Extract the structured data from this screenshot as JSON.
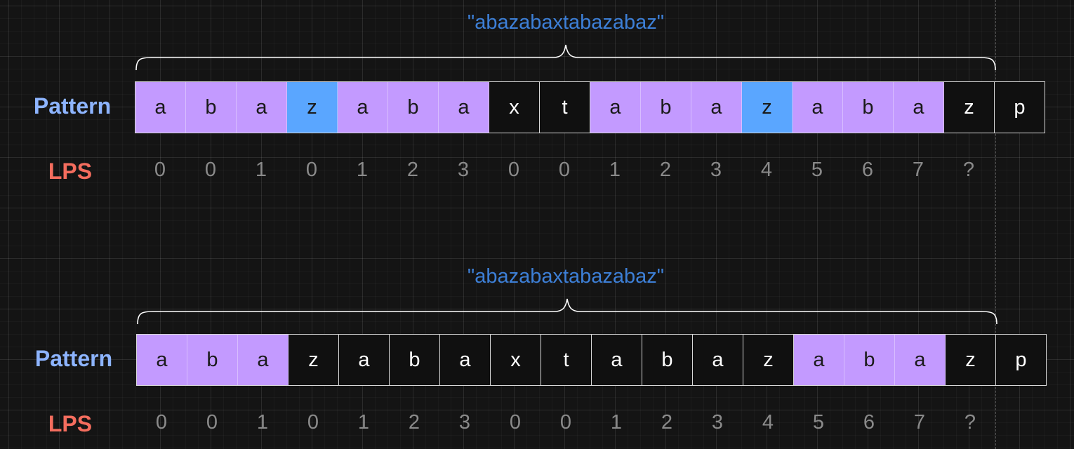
{
  "panels": [
    {
      "quote": "\"abazabaxtabazabaz\"",
      "pattern_label": "Pattern",
      "lps_label": "LPS",
      "cells": [
        {
          "ch": "a",
          "style": "purple"
        },
        {
          "ch": "b",
          "style": "purple"
        },
        {
          "ch": "a",
          "style": "purple"
        },
        {
          "ch": "z",
          "style": "blue"
        },
        {
          "ch": "a",
          "style": "purple"
        },
        {
          "ch": "b",
          "style": "purple"
        },
        {
          "ch": "a",
          "style": "purple"
        },
        {
          "ch": "x",
          "style": "dark"
        },
        {
          "ch": "t",
          "style": "dark"
        },
        {
          "ch": "a",
          "style": "purple"
        },
        {
          "ch": "b",
          "style": "purple"
        },
        {
          "ch": "a",
          "style": "purple"
        },
        {
          "ch": "z",
          "style": "blue"
        },
        {
          "ch": "a",
          "style": "purple"
        },
        {
          "ch": "b",
          "style": "purple"
        },
        {
          "ch": "a",
          "style": "purple"
        },
        {
          "ch": "z",
          "style": "dark"
        },
        {
          "ch": "p",
          "style": "dark"
        }
      ],
      "lps": [
        "0",
        "0",
        "1",
        "0",
        "1",
        "2",
        "3",
        "0",
        "0",
        "1",
        "2",
        "3",
        "4",
        "5",
        "6",
        "7",
        "?"
      ]
    },
    {
      "quote": "\"abazabaxtabazabaz\"",
      "pattern_label": "Pattern",
      "lps_label": "LPS",
      "cells": [
        {
          "ch": "a",
          "style": "purple"
        },
        {
          "ch": "b",
          "style": "purple"
        },
        {
          "ch": "a",
          "style": "purple"
        },
        {
          "ch": "z",
          "style": "dark"
        },
        {
          "ch": "a",
          "style": "dark"
        },
        {
          "ch": "b",
          "style": "dark"
        },
        {
          "ch": "a",
          "style": "dark"
        },
        {
          "ch": "x",
          "style": "dark"
        },
        {
          "ch": "t",
          "style": "dark"
        },
        {
          "ch": "a",
          "style": "dark"
        },
        {
          "ch": "b",
          "style": "dark"
        },
        {
          "ch": "a",
          "style": "dark"
        },
        {
          "ch": "z",
          "style": "dark"
        },
        {
          "ch": "a",
          "style": "purple"
        },
        {
          "ch": "b",
          "style": "purple"
        },
        {
          "ch": "a",
          "style": "purple"
        },
        {
          "ch": "z",
          "style": "dark"
        },
        {
          "ch": "p",
          "style": "dark"
        }
      ],
      "lps": [
        "0",
        "0",
        "1",
        "0",
        "1",
        "2",
        "3",
        "0",
        "0",
        "1",
        "2",
        "3",
        "4",
        "5",
        "6",
        "7",
        "?"
      ]
    }
  ],
  "colors": {
    "purple": "#c39aff",
    "blue": "#5aa6ff",
    "dark": "#101010",
    "quote": "#3d7fd6",
    "pattern_label": "#8db4ff",
    "lps_label": "#f46d5e"
  }
}
